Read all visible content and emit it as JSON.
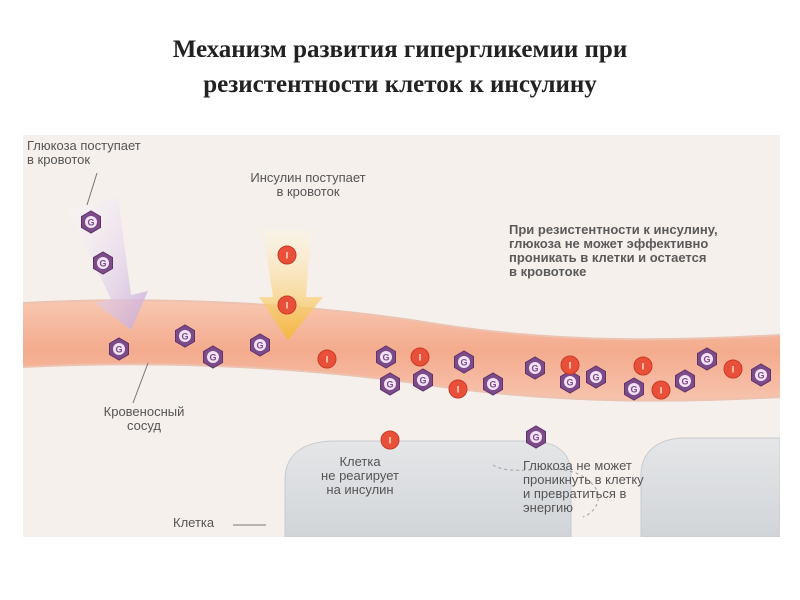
{
  "title": {
    "line1": "Механизм развития гипергликемии при",
    "line2": "резистентности клеток к инсулину"
  },
  "diagram": {
    "glucose_source": {
      "line1": "Глюкоза поступает",
      "line2": "в кровоток"
    },
    "insulin_source": {
      "line1": "Инсулин поступает",
      "line2": "в кровоток"
    },
    "resistance_note": {
      "line1": "При резистентности к инсулину,",
      "line2": "глюкоза не может эффективно",
      "line3": "проникать в клетки и остается",
      "line4": "в кровотоке"
    },
    "vessel_label": {
      "line1": "Кровеносный",
      "line2": "сосуд"
    },
    "cell_no_response": {
      "line1": "Клетка",
      "line2": "не реагирует",
      "line3": "на инсулин"
    },
    "glucose_blocked": {
      "line1": "Глюкоза не может",
      "line2": "проникнуть в клетку",
      "line3": "и превратиться в",
      "line4": "энергию"
    },
    "cell_label": "Клетка",
    "glucose_symbol": "G",
    "insulin_symbol": "I",
    "colors": {
      "glucose": "#7d4a8a",
      "insulin": "#e8503a",
      "vessel": "#f3a88a",
      "glucose_arrow": "#cbb0d6",
      "insulin_arrow": "#f5c24a",
      "cell": "#dfe1e3"
    }
  }
}
